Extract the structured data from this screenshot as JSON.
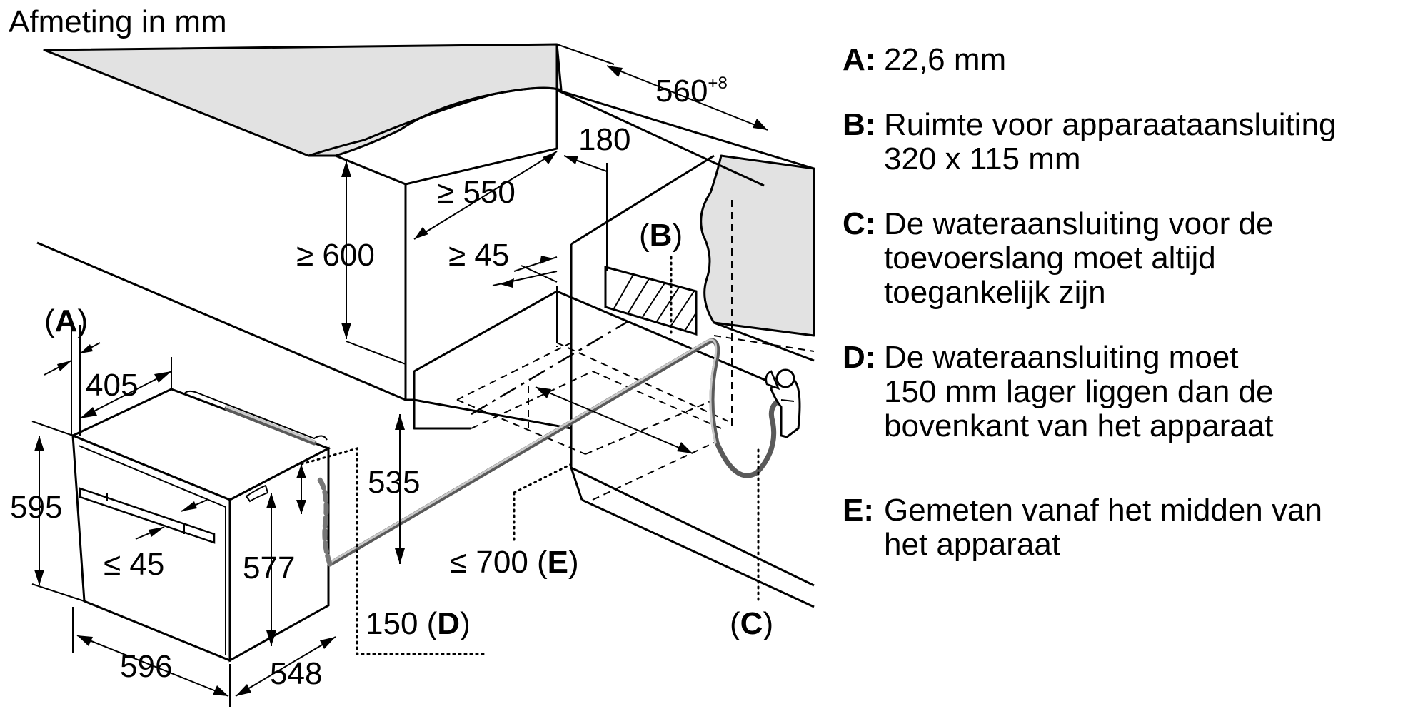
{
  "title": "Afmeting in mm",
  "dimensions": {
    "d560": "560",
    "d560_sup": "+8",
    "d180": "180",
    "d550": "≥ 550",
    "d600": "≥ 600",
    "d45top": "≥ 45",
    "d405": "405",
    "d595": "595",
    "d45front": "≤ 45",
    "d577": "577",
    "d535": "535",
    "d596": "596",
    "d548": "548",
    "d700": "≤ 700 (",
    "d700_ref": "E",
    "d150": "150 (",
    "d150_ref": "D"
  },
  "labels": {
    "open": "(",
    "close": ")",
    "A": "A",
    "B": "B",
    "C": "C"
  },
  "notes": [
    {
      "key": "A:",
      "text": "22,6 mm"
    },
    {
      "key": "B:",
      "text": "Ruimte voor apparaataansluiting\n320 x 115 mm"
    },
    {
      "key": "C:",
      "text": "De wateraansluiting voor de\ntoevoerslang moet altijd\ntoegankelijk zijn"
    },
    {
      "key": "D:",
      "text": "De wateraansluiting moet\n150 mm lager liggen dan de\nbovenkant van het apparaat"
    },
    {
      "key": "E:",
      "text": "Gemeten vanaf het midden van\nhet apparaat"
    }
  ],
  "colors": {
    "countertop": "#e2e2e2",
    "hose": "#5a5a5a",
    "line": "#000000"
  }
}
